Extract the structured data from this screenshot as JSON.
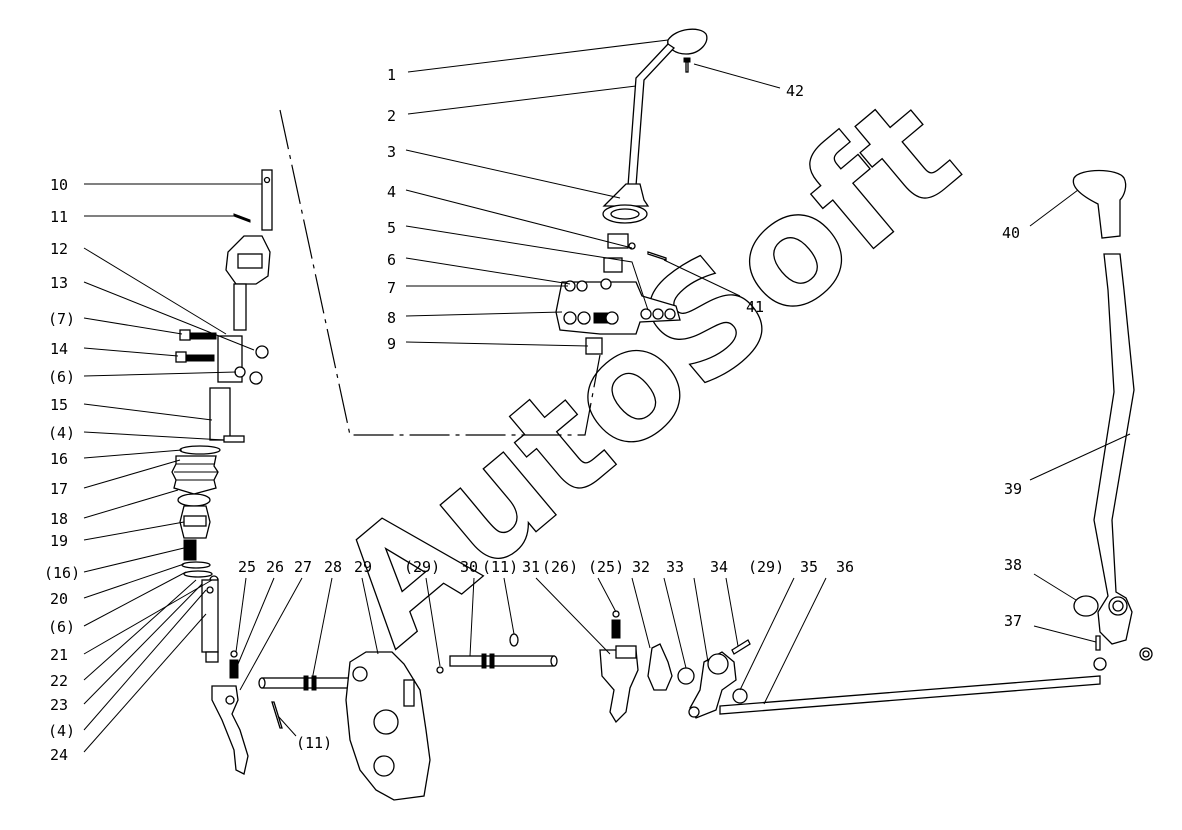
{
  "watermark": "AutoSoft",
  "callouts_left": [
    {
      "id": "c10",
      "text": "10"
    },
    {
      "id": "c11",
      "text": "11"
    },
    {
      "id": "c12",
      "text": "12"
    },
    {
      "id": "c13",
      "text": "13"
    },
    {
      "id": "c7b",
      "text": "(7)"
    },
    {
      "id": "c14",
      "text": "14"
    },
    {
      "id": "c6b",
      "text": "(6)"
    },
    {
      "id": "c15",
      "text": "15"
    },
    {
      "id": "c4b",
      "text": "(4)"
    },
    {
      "id": "c16",
      "text": "16"
    },
    {
      "id": "c17",
      "text": "17"
    },
    {
      "id": "c18",
      "text": "18"
    },
    {
      "id": "c19",
      "text": "19"
    },
    {
      "id": "c16b",
      "text": "(16)"
    },
    {
      "id": "c20",
      "text": "20"
    },
    {
      "id": "c6c",
      "text": "(6)"
    },
    {
      "id": "c21",
      "text": "21"
    },
    {
      "id": "c22",
      "text": "22"
    },
    {
      "id": "c23",
      "text": "23"
    },
    {
      "id": "c4c",
      "text": "(4)"
    },
    {
      "id": "c24",
      "text": "24"
    }
  ],
  "callouts_top": [
    {
      "id": "c1",
      "text": "1"
    },
    {
      "id": "c2",
      "text": "2"
    },
    {
      "id": "c3",
      "text": "3"
    },
    {
      "id": "c4",
      "text": "4"
    },
    {
      "id": "c5",
      "text": "5"
    },
    {
      "id": "c6",
      "text": "6"
    },
    {
      "id": "c7",
      "text": "7"
    },
    {
      "id": "c8",
      "text": "8"
    },
    {
      "id": "c9",
      "text": "9"
    },
    {
      "id": "c42",
      "text": "42"
    },
    {
      "id": "c41",
      "text": "41"
    }
  ],
  "callouts_bottom": [
    {
      "id": "c25",
      "text": "25"
    },
    {
      "id": "c26",
      "text": "26"
    },
    {
      "id": "c27",
      "text": "27"
    },
    {
      "id": "c28",
      "text": "28"
    },
    {
      "id": "c29",
      "text": "29"
    },
    {
      "id": "c29b",
      "text": "(29)"
    },
    {
      "id": "c30",
      "text": "30"
    },
    {
      "id": "c11b",
      "text": "(11)"
    },
    {
      "id": "c31",
      "text": "31"
    },
    {
      "id": "c26b",
      "text": "(26)"
    },
    {
      "id": "c25b",
      "text": "(25)"
    },
    {
      "id": "c32",
      "text": "32"
    },
    {
      "id": "c33",
      "text": "33"
    },
    {
      "id": "c34",
      "text": "34"
    },
    {
      "id": "c29c",
      "text": "(29)"
    },
    {
      "id": "c35",
      "text": "35"
    },
    {
      "id": "c36",
      "text": "36"
    },
    {
      "id": "c11c",
      "text": "(11)"
    }
  ],
  "callouts_right": [
    {
      "id": "c40",
      "text": "40"
    },
    {
      "id": "c39",
      "text": "39"
    },
    {
      "id": "c38",
      "text": "38"
    },
    {
      "id": "c37",
      "text": "37"
    }
  ]
}
